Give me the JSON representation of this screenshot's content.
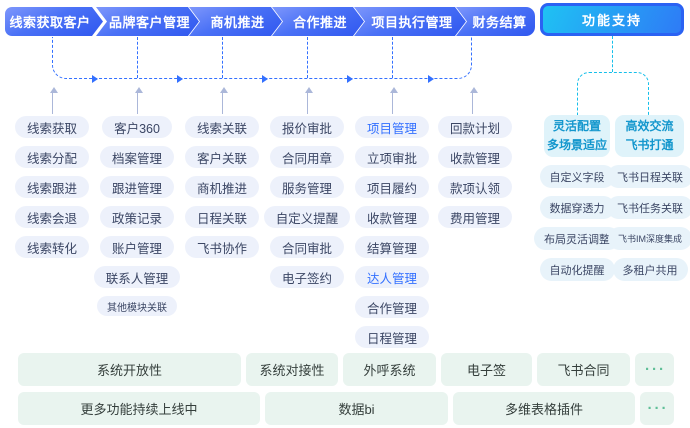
{
  "palette": {
    "stage_gradient_start": "#7E97FB",
    "stage_gradient_end": "#2F57EF",
    "flow_line_blue": "#3370FF",
    "support_line_cyan": "#16BFEA",
    "support_header_text": "#1497CD",
    "pill_bg": "#EDF1FB",
    "pill_text": "#3B4664",
    "pill_highlight_text": "#3370FF",
    "footer_bg": "#E9F4EF",
    "footer_text": "#353F3C",
    "footer_dots_green": "#5FBF97"
  },
  "flow": {
    "stages": [
      {
        "label": "线索获取客户",
        "items": [
          "线索获取",
          "线索分配",
          "线索跟进",
          "线索会退",
          "线索转化"
        ]
      },
      {
        "label": "品牌客户管理",
        "items": [
          "客户360",
          "档案管理",
          "跟进管理",
          "政策记录",
          "账户管理",
          "联系人管理",
          "其他模块关联"
        ]
      },
      {
        "label": "商机推进",
        "items": [
          "线索关联",
          "客户关联",
          "商机推进",
          "日程关联",
          "飞书协作"
        ]
      },
      {
        "label": "合作推进",
        "items": [
          "报价审批",
          "合同用章",
          "服务管理",
          "自定义提醒",
          "合同审批",
          "电子签约"
        ]
      },
      {
        "label": "项目执行管理",
        "items": [
          "项目管理",
          "立项审批",
          "项目履约",
          "收款管理",
          "结算管理",
          "达人管理",
          "合作管理",
          "日程管理"
        ]
      },
      {
        "label": "财务结算",
        "items": [
          "回款计划",
          "收款管理",
          "款项认领",
          "费用管理"
        ]
      }
    ]
  },
  "support": {
    "label": "功能支持",
    "groups": [
      {
        "line1": "灵活配置",
        "line2": "多场景适应",
        "items": [
          "自定义字段",
          "数据穿透力",
          "布局灵活调整",
          "自动化提醒"
        ]
      },
      {
        "line1": "高效交流",
        "line2": "飞书打通",
        "items": [
          "飞书日程关联",
          "飞书任务关联",
          "飞书IM深度集成",
          "多租户共用"
        ]
      }
    ]
  },
  "footer": {
    "row1": [
      "系统开放性",
      "系统对接性",
      "外呼系统",
      "电子签",
      "飞书合同",
      "···"
    ],
    "row2": [
      "更多功能持续上线中",
      "数据bi",
      "多维表格插件",
      "···"
    ]
  }
}
